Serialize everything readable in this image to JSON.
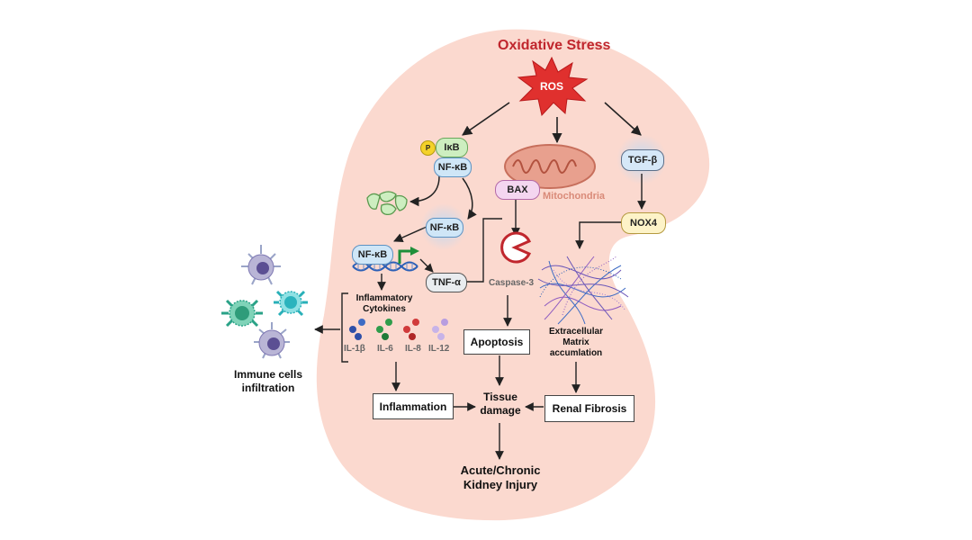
{
  "title": "Oxidative Stress",
  "ros": "ROS",
  "ikb_p": "P",
  "ikb": "IκB",
  "nfkb_complex": "NF-κB",
  "nfkb_free": "NF-κB",
  "nfkb_dna": "NF-κB",
  "tnf": "TNF-α",
  "cytokines_title": "Inflammatory\nCytokines",
  "cytokines": [
    "IL-1β",
    "IL-6",
    "IL-8",
    "IL-12"
  ],
  "immune_label": "Immune cells\ninfiltration",
  "bax": "BAX",
  "mitochondria": "Mitochondria",
  "caspase": "Caspase-3",
  "apoptosis": "Apoptosis",
  "tgfb": "TGF-β",
  "nox4": "NOX4",
  "ecm": "Extracellular\nMatrix\naccumlation",
  "renal_fibrosis": "Renal Fibrosis",
  "inflammation": "Inflammation",
  "tissue_damage": "Tissue\ndamage",
  "outcome": "Acute/Chronic\nKidney Injury",
  "colors": {
    "kidney": "#fbd9cf",
    "ros": "#e0302e",
    "title": "#c0262d",
    "ikb": "#cdeec0",
    "nfkb": "#cfe6f7",
    "bax": "#f4d6f0",
    "tgfb": "#d6e8f8",
    "nox4": "#fdf3c8",
    "mitochondria": "#d98a78"
  }
}
